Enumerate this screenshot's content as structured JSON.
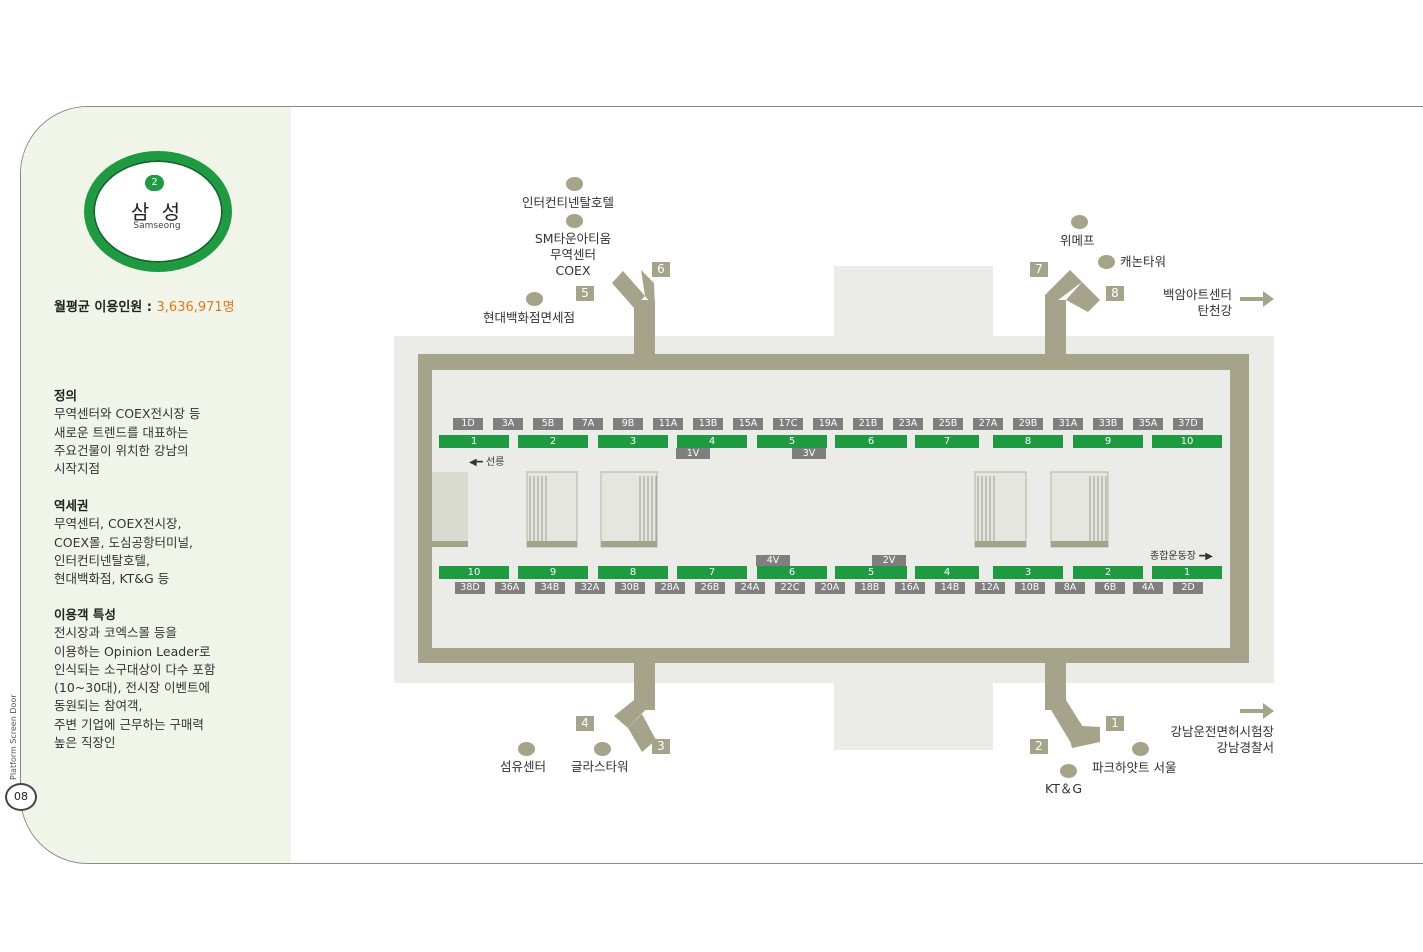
{
  "station": {
    "line_number": "2",
    "name_ko": "삼 성",
    "name_en": "Samseong"
  },
  "usage": {
    "label": "월평균 이용인원 :",
    "value": "3,636,971명"
  },
  "sections": [
    {
      "heading": "정의",
      "lines": [
        "무역센터와 COEX전시장 등",
        "새로운 트렌드를 대표하는",
        "주요건물이 위치한 강남의",
        "시작지점"
      ]
    },
    {
      "heading": "역세권",
      "lines": [
        "무역센터, COEX전시장,",
        "COEX몰, 도심공항터미널,",
        "인터컨티넨탈호텔,",
        "현대백화점, KT&G 등"
      ]
    },
    {
      "heading": "이용객 특성",
      "lines": [
        "전시장과 코엑스몰 등을",
        "이용하는 Opinion Leader로",
        "인식되는 소구대상이 다수 포함",
        "(10~30대), 전시장 이벤트에",
        "동원되는 참여객,",
        "주변 기업에 근무하는 구매력",
        "높은 직장인"
      ]
    }
  ],
  "footer": {
    "vertical_text": "Platform Screen Door",
    "page_number": "08"
  },
  "platform_top": {
    "doors": [
      "1D",
      "3A",
      "5B",
      "7A",
      "9B",
      "11A",
      "13B",
      "15A",
      "17C",
      "19A",
      "21B",
      "23A",
      "25B",
      "27A",
      "29B",
      "31A",
      "33B",
      "35A",
      "37D"
    ],
    "cars": [
      "1",
      "2",
      "3",
      "4",
      "5",
      "6",
      "7",
      "8",
      "9",
      "10"
    ],
    "sub_labels": [
      "1V",
      "3V"
    ],
    "direction": "선릉"
  },
  "platform_bottom": {
    "doors": [
      "38D",
      "36A",
      "34B",
      "32A",
      "30B",
      "28A",
      "26B",
      "24A",
      "22C",
      "20A",
      "18B",
      "16A",
      "14B",
      "12A",
      "10B",
      "8A",
      "6B",
      "4A",
      "2D"
    ],
    "cars": [
      "10",
      "9",
      "8",
      "7",
      "6",
      "5",
      "4",
      "3",
      "2",
      "1"
    ],
    "sub_labels": [
      "4V",
      "2V"
    ],
    "direction": "종합운동장"
  },
  "exits": [
    "1",
    "2",
    "3",
    "4",
    "5",
    "6",
    "7",
    "8"
  ],
  "landmarks": {
    "intercontinental": "인터컨티넨탈호텔",
    "sm_town": [
      "SM타운아티움",
      "무역센터",
      "COEX"
    ],
    "hyundai": "현대백화점면세점",
    "wemef": "위메프",
    "canon": "캐논타워",
    "baekam": [
      "백암아트센터",
      "탄천강"
    ],
    "textile": "섬유센터",
    "glass": "글라스타워",
    "gangnam_license": [
      "강남운전면허시험장",
      "강남경찰서"
    ],
    "park_hyatt": "파크하얏트 서울",
    "ktg": "KT＆G"
  },
  "colors": {
    "line_green": "#1e9a40",
    "olive": "#a5a48a",
    "accent_orange": "#e07a1f",
    "sidebar_bg": "#f1f5e9"
  }
}
